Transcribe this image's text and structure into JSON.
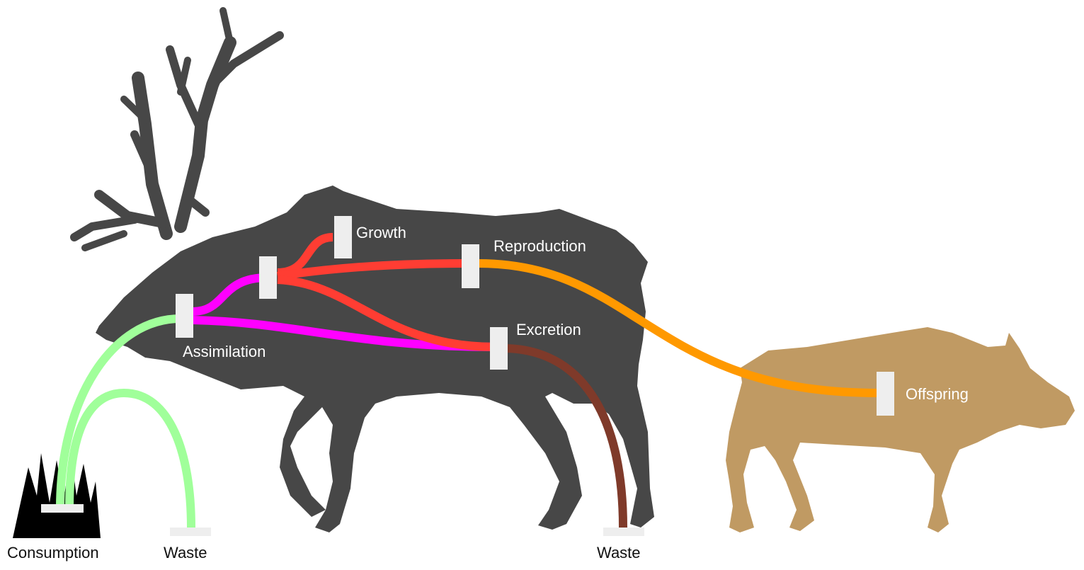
{
  "diagram": {
    "colors": {
      "elk": "#474747",
      "calf": "#c09a63",
      "grass": "#000000",
      "node": "#eeeeee",
      "consumption_flow": "#a0ff9a",
      "assimilation_flow": "#ff00ff",
      "production_flow": "#ff3d33",
      "reproduction_flow": "#ff9900",
      "excretion_flow": "#7f3a2a",
      "background": "#ffffff"
    },
    "labels": {
      "growth": "Growth",
      "reproduction": "Reproduction",
      "excretion": "Excretion",
      "assimilation": "Assimilation",
      "offspring": "Offspring",
      "consumption": "Consumption",
      "waste_left": "Waste",
      "waste_right": "Waste"
    }
  }
}
